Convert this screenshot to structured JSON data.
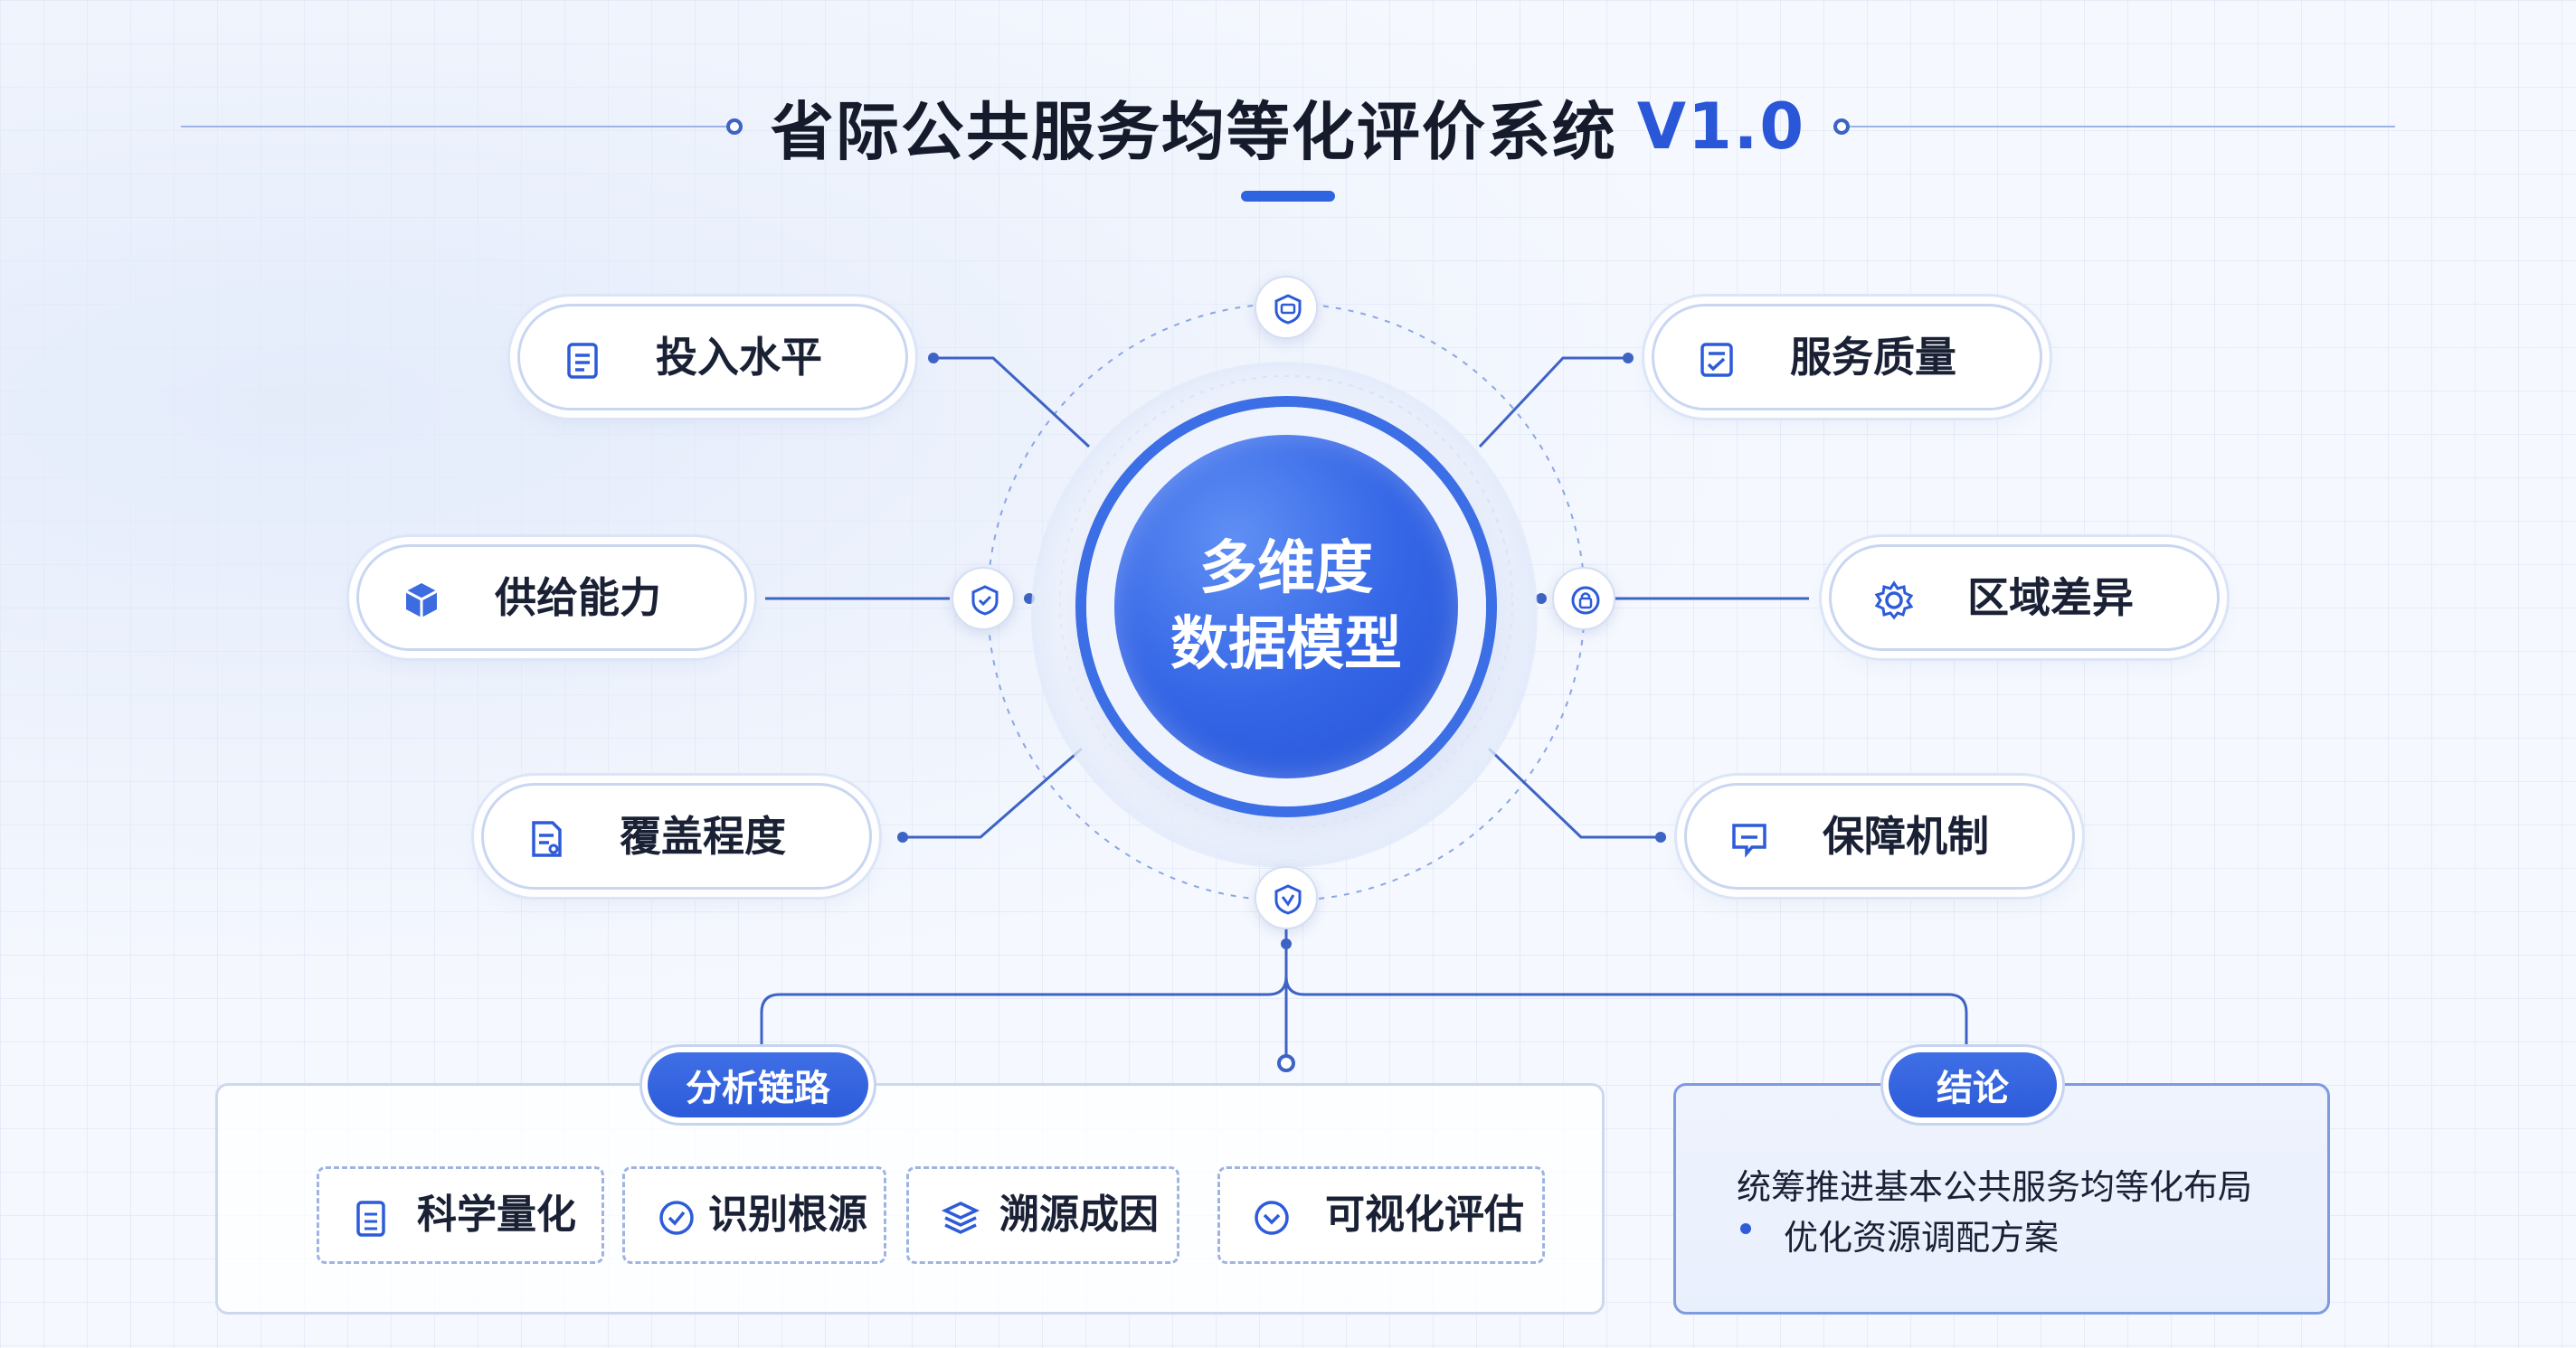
{
  "title": {
    "main": "省际公共服务均等化评价系统",
    "version": "V1.0"
  },
  "center": {
    "line1": "多维度",
    "line2": "数据模型"
  },
  "dimensions": {
    "left": [
      {
        "label": "投入水平",
        "icon": "clipboard-icon"
      },
      {
        "label": "供给能力",
        "icon": "cube-icon"
      },
      {
        "label": "覆盖程度",
        "icon": "document-icon"
      }
    ],
    "right": [
      {
        "label": "服务质量",
        "icon": "checklist-icon"
      },
      {
        "label": "区域差异",
        "icon": "gear-icon"
      },
      {
        "label": "保障机制",
        "icon": "message-icon"
      }
    ]
  },
  "nodes": [
    "monitor-shield-icon",
    "shield-check-icon",
    "lock-ring-icon",
    "location-check-icon"
  ],
  "analysis": {
    "badge": "分析链路",
    "steps": [
      {
        "label": "科学量化",
        "icon": "list-clipboard-icon"
      },
      {
        "label": "识别根源",
        "icon": "check-circle-icon"
      },
      {
        "label": "溯源成因",
        "icon": "layers-icon"
      },
      {
        "label": "可视化评估",
        "icon": "chevron-circle-icon"
      }
    ]
  },
  "conclusion": {
    "badge": "结论",
    "main": "统筹推进基本公共服务均等化布局",
    "bullet": "优化资源调配方案"
  },
  "colors": {
    "accent": "#2f63e0",
    "text": "#1a2135",
    "line": "#3d63c4"
  }
}
